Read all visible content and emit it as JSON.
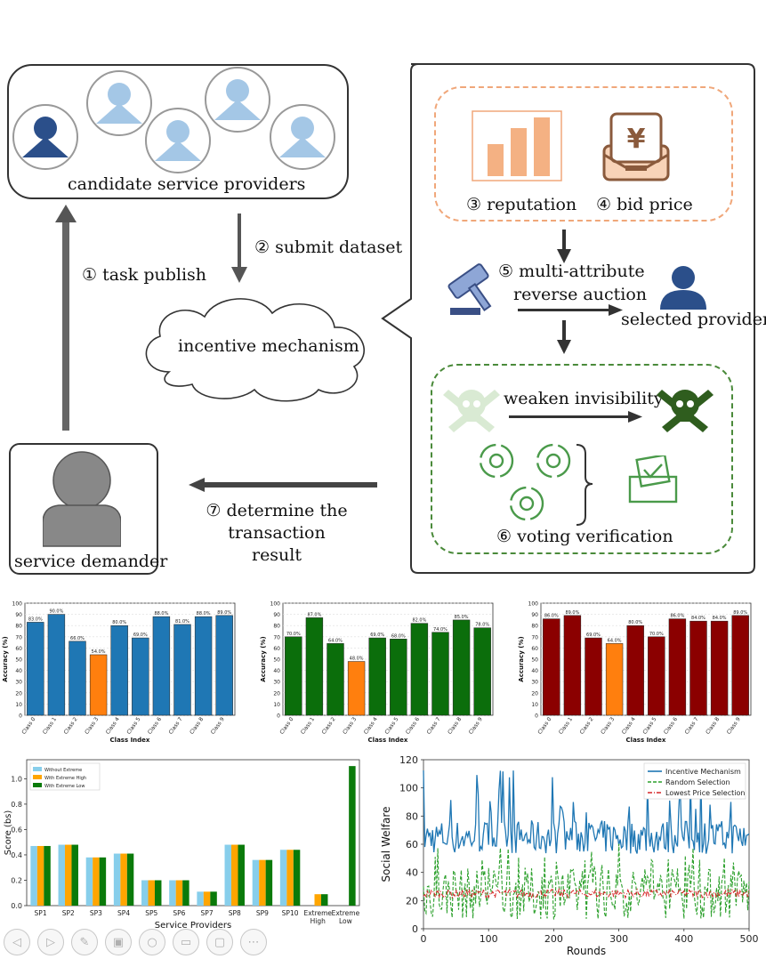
{
  "diagram": {
    "candidate_label": "candidate service providers",
    "task_publish": "① task publish",
    "submit_dataset": "② submit dataset",
    "incentive_label": "incentive mechanism",
    "reputation": "③ reputation",
    "bid_price": "④ bid price",
    "auction_line1": "⑤ multi-attribute",
    "auction_line2": "reverse auction",
    "selected_provider": "selected provider",
    "weaken_invisibility": "weaken invisibility",
    "voting_verification": "⑥ voting verification",
    "determine_line1": "⑦ determine the",
    "determine_line2": "transaction result",
    "service_demander": "service demander",
    "yen_symbol": "¥"
  },
  "colors": {
    "blue_bar": "#1f77b4",
    "green_bar": "#0b6e0b",
    "red_bar": "#8b0000",
    "highlight_bar": "#ff7f0e"
  },
  "chart_data": [
    {
      "type": "bar",
      "ylabel": "Accuracy (%)",
      "xlabel": "Class Index",
      "ylim": [
        0,
        100
      ],
      "categories": [
        "Class 0",
        "Class 1",
        "Class 2",
        "Class 3",
        "Class 4",
        "Class 5",
        "Class 6",
        "Class 7",
        "Class 8",
        "Class 9"
      ],
      "values": [
        83,
        90,
        66,
        54,
        80,
        69,
        88,
        81,
        88,
        89
      ],
      "labels": [
        "83.0%",
        "90.0%",
        "66.0%",
        "54.0%",
        "80.0%",
        "69.0%",
        "88.0%",
        "81.0%",
        "88.0%",
        "89.0%"
      ],
      "highlight_index": 3,
      "color": "#1f77b4",
      "yticks": [
        "0",
        "10",
        "20",
        "30",
        "40",
        "50",
        "60",
        "70",
        "80",
        "90",
        "100"
      ]
    },
    {
      "type": "bar",
      "ylabel": "Accuracy (%)",
      "xlabel": "Class Index",
      "ylim": [
        0,
        100
      ],
      "categories": [
        "Class 0",
        "Class 1",
        "Class 2",
        "Class 3",
        "Class 4",
        "Class 5",
        "Class 6",
        "Class 7",
        "Class 8",
        "Class 9"
      ],
      "values": [
        70,
        87,
        64,
        48,
        69,
        68,
        82,
        74,
        85,
        78
      ],
      "labels": [
        "70.0%",
        "87.0%",
        "64.0%",
        "48.0%",
        "69.0%",
        "68.0%",
        "82.0%",
        "74.0%",
        "85.0%",
        "78.0%"
      ],
      "highlight_index": 3,
      "color": "#0b6e0b",
      "yticks": [
        "0",
        "10",
        "20",
        "30",
        "40",
        "50",
        "60",
        "70",
        "80",
        "90",
        "100"
      ]
    },
    {
      "type": "bar",
      "ylabel": "Accuracy (%)",
      "xlabel": "Class Index",
      "ylim": [
        0,
        100
      ],
      "categories": [
        "Class 0",
        "Class 1",
        "Class 2",
        "Class 3",
        "Class 4",
        "Class 5",
        "Class 6",
        "Class 7",
        "Class 8",
        "Class 9"
      ],
      "values": [
        86,
        89,
        69,
        64,
        80,
        70,
        86,
        84,
        84,
        89
      ],
      "labels": [
        "86.0%",
        "89.0%",
        "69.0%",
        "64.0%",
        "80.0%",
        "70.0%",
        "86.0%",
        "84.0%",
        "84.0%",
        "89.0%"
      ],
      "highlight_index": 3,
      "color": "#8b0000",
      "yticks": [
        "0",
        "10",
        "20",
        "30",
        "40",
        "50",
        "60",
        "70",
        "80",
        "90",
        "100"
      ]
    },
    {
      "type": "bar",
      "ylabel": "Score (bs)",
      "xlabel": "Service Providers",
      "ylim": [
        0,
        1.15
      ],
      "categories": [
        "SP1",
        "SP2",
        "SP3",
        "SP4",
        "SP5",
        "SP6",
        "SP7",
        "SP8",
        "SP9",
        "SP10",
        "Extreme High",
        "Extreme Low"
      ],
      "series": [
        {
          "name": "Without Extreme",
          "color": "#87ceeb",
          "values": [
            0.47,
            0.48,
            0.38,
            0.41,
            0.2,
            0.2,
            0.11,
            0.48,
            0.36,
            0.44,
            null,
            null
          ]
        },
        {
          "name": "With Extreme High",
          "color": "#ffa500",
          "values": [
            0.47,
            0.48,
            0.38,
            0.41,
            0.2,
            0.2,
            0.11,
            0.48,
            0.36,
            0.44,
            0.09,
            null
          ]
        },
        {
          "name": "With Extreme Low",
          "color": "#0a7a0a",
          "values": [
            0.47,
            0.48,
            0.38,
            0.41,
            0.2,
            0.2,
            0.11,
            0.48,
            0.36,
            0.44,
            0.09,
            1.1
          ]
        }
      ],
      "yticks": [
        "0.0",
        "0.2",
        "0.4",
        "0.6",
        "0.8",
        "1.0"
      ]
    },
    {
      "type": "line",
      "ylabel": "Social Welfare",
      "xlabel": "Rounds",
      "xlim": [
        0,
        500
      ],
      "ylim": [
        0,
        120
      ],
      "xticks": [
        "0",
        "100",
        "200",
        "300",
        "400",
        "500"
      ],
      "yticks": [
        "0",
        "20",
        "40",
        "60",
        "80",
        "100",
        "120"
      ],
      "series": [
        {
          "name": "Incentive Mechanism",
          "color": "#1f77b4",
          "style": "solid",
          "mean": 65,
          "min": 50,
          "max": 115
        },
        {
          "name": "Random Selection",
          "color": "#2ca02c",
          "style": "dashed",
          "mean": 25,
          "min": 2,
          "max": 62
        },
        {
          "name": "Lowest Price Selection",
          "color": "#d62728",
          "style": "dashdot",
          "mean": 25,
          "min": 22,
          "max": 28
        }
      ]
    }
  ]
}
